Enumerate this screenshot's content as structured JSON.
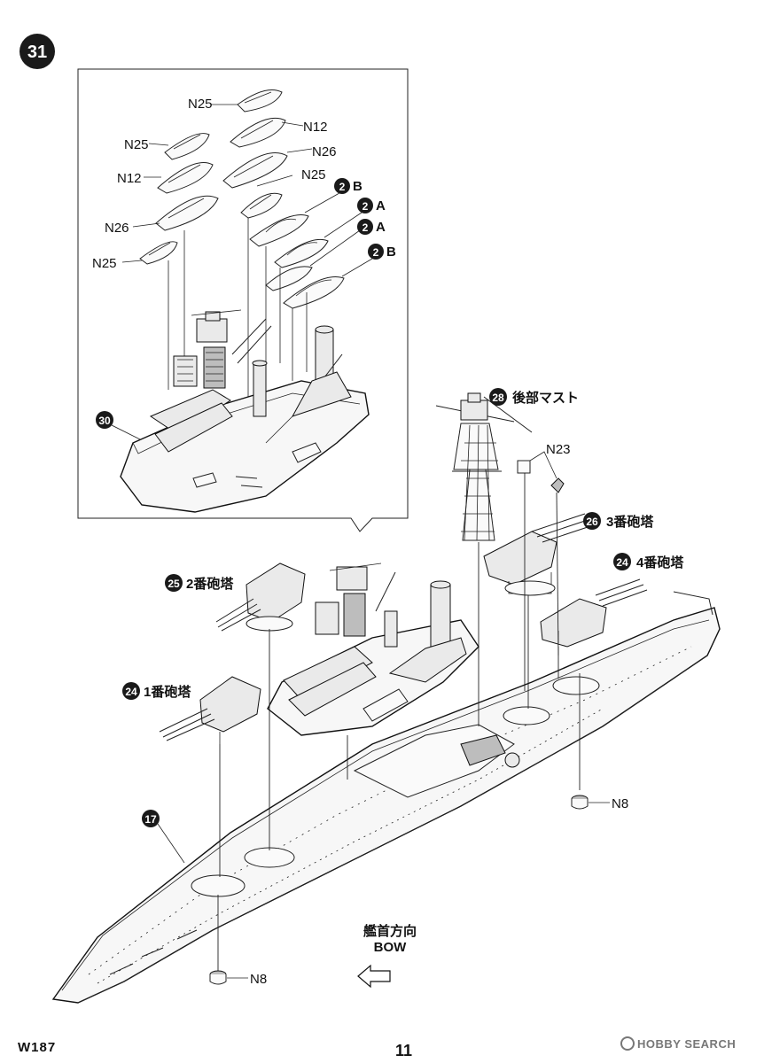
{
  "step": {
    "number": "31"
  },
  "inset_callout_ref": "30",
  "parts": {
    "boats": [
      "N25",
      "N12",
      "N25",
      "N26",
      "N12",
      "N25",
      "N26",
      "N25"
    ],
    "boat_refs": [
      {
        "num": "2",
        "letter": "B"
      },
      {
        "num": "2",
        "letter": "A"
      },
      {
        "num": "2",
        "letter": "A"
      },
      {
        "num": "2",
        "letter": "B"
      }
    ],
    "rear_mast": {
      "num": "28",
      "label": "後部マスト"
    },
    "n23": "N23",
    "turret3": {
      "num": "26",
      "label": "3番砲塔"
    },
    "turret4": {
      "num": "24",
      "label": "4番砲塔"
    },
    "turret2": {
      "num": "25",
      "label": "2番砲塔"
    },
    "turret1": {
      "num": "24",
      "label": "1番砲塔"
    },
    "hull_ref": "17",
    "n8_stern": "N8",
    "n8_bow": "N8"
  },
  "direction": {
    "jp": "艦首方向",
    "en": "BOW"
  },
  "footer": {
    "code": "W187",
    "page": "11"
  },
  "watermark": {
    "text": "HOBBY SEARCH"
  }
}
